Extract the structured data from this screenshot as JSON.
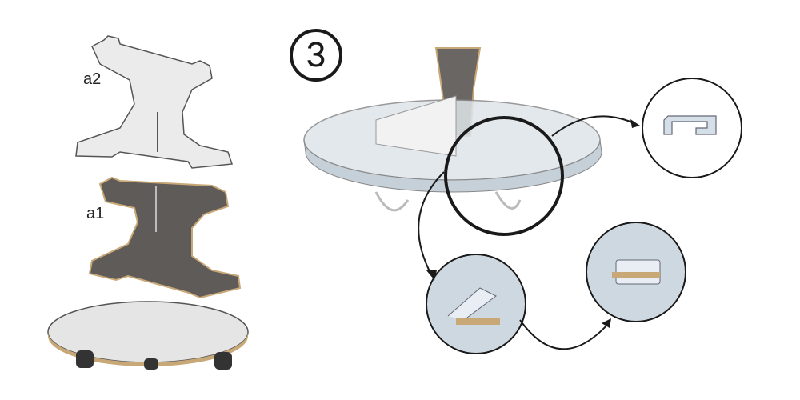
{
  "labels": {
    "part_a2": "a2",
    "part_a1": "a1"
  },
  "step": {
    "number": "3"
  },
  "colors": {
    "panel_light": "#e9e9e9",
    "panel_dark": "#5f5b58",
    "edge_wood": "#c9a878",
    "line": "#1a1a1a",
    "glass": "#c9d3dc"
  }
}
